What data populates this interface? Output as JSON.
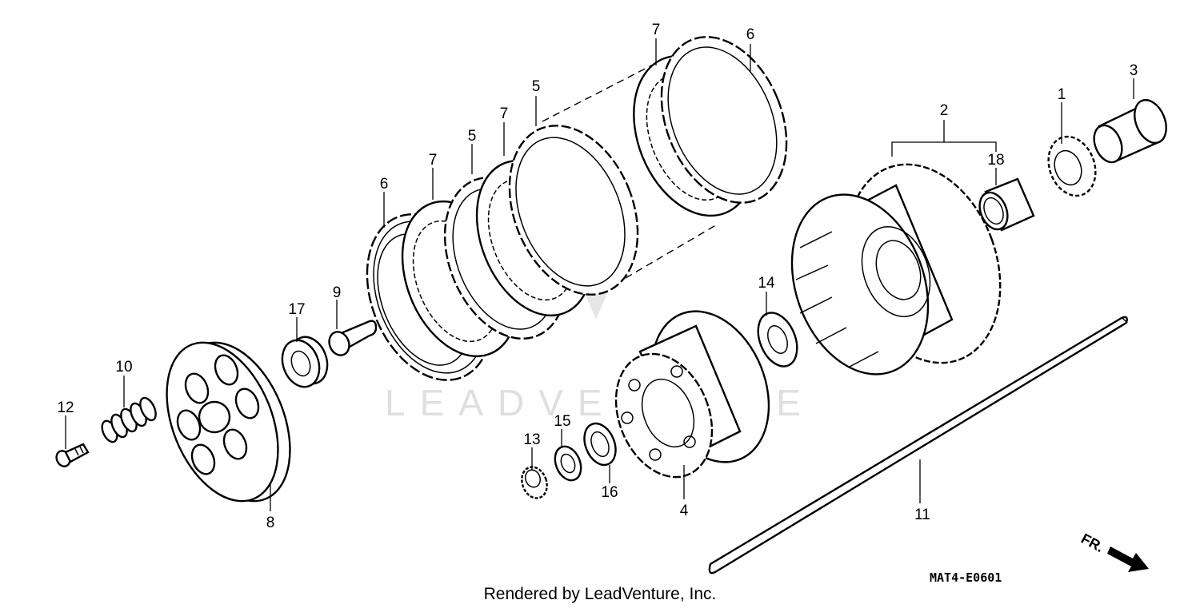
{
  "diagram": {
    "part_numbers": {
      "p1": "1",
      "p2": "2",
      "p3": "3",
      "p4": "4",
      "p5a": "5",
      "p5b": "5",
      "p6a": "6",
      "p6b": "6",
      "p7a": "7",
      "p7b": "7",
      "p7c": "7",
      "p8": "8",
      "p9": "9",
      "p10": "10",
      "p11": "11",
      "p12": "12",
      "p13": "13",
      "p14": "14",
      "p15": "15",
      "p16": "16",
      "p17": "17",
      "p18": "18"
    },
    "front_marker": "FR.",
    "diagram_code": "MAT4-E0601",
    "watermark_text": "LEADVENTURE",
    "footer_text": "Rendered by LeadVenture, Inc."
  }
}
